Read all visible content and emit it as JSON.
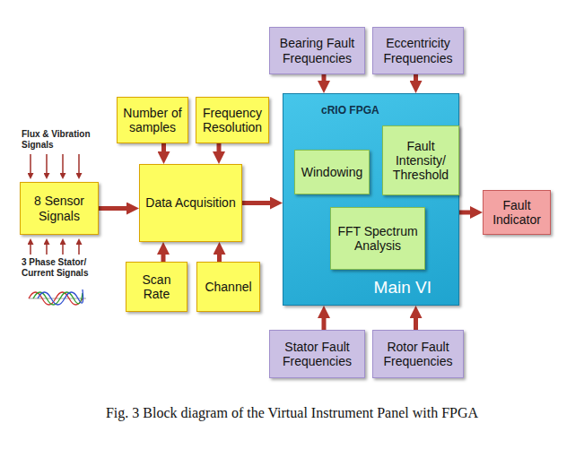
{
  "diagram": {
    "caption": "Fig. 3 Block diagram of the Virtual Instrument Panel with FPGA",
    "nodes": [
      {
        "text": [
          "8 Sensor Signals"
        ]
      },
      {
        "text": [
          "Number of samples"
        ]
      },
      {
        "text": [
          "Frequency Resolution"
        ]
      },
      {
        "text": [
          "Data Acquisition"
        ]
      },
      {
        "text": [
          "Scan Rate"
        ]
      },
      {
        "text": [
          "Channel"
        ]
      },
      {
        "text": [
          "Bearing Fault Frequencies"
        ]
      },
      {
        "text": [
          "Eccentricity Frequencies"
        ]
      },
      {
        "text": [
          "cRIO FPGA",
          "Main VI"
        ]
      },
      {
        "text": [
          "Windowing"
        ],
        "in": 8
      },
      {
        "text": [
          "Fault Intensity/ Threshold"
        ],
        "in": 8
      },
      {
        "text": [
          "FFT Spectrum Analysis"
        ],
        "in": 8
      },
      {
        "text": [
          "Fault Indicator"
        ]
      },
      {
        "text": [
          "Stator Fault Frequencies"
        ]
      },
      {
        "text": [
          "Rotor Fault Frequencies"
        ]
      }
    ],
    "edges": [
      {
        "from": 0,
        "to": 3,
        "arrow": "to"
      },
      {
        "from": 1,
        "to": 3,
        "arrow": "to"
      },
      {
        "from": 2,
        "to": 3,
        "arrow": "to"
      },
      {
        "from": 4,
        "to": 3,
        "arrow": "to"
      },
      {
        "from": 5,
        "to": 3,
        "arrow": "to"
      },
      {
        "from": 6,
        "to": 8,
        "arrow": "to"
      },
      {
        "from": 7,
        "to": 8,
        "arrow": "to"
      },
      {
        "from": 3,
        "to": 8,
        "arrow": "to"
      },
      {
        "from": 13,
        "to": 8,
        "arrow": "to"
      },
      {
        "from": 14,
        "to": 8,
        "arrow": "to"
      },
      {
        "from": 8,
        "to": 12,
        "arrow": "to"
      }
    ],
    "labels": [
      "Flux & Vibration Signals",
      "3 Phase Stator/ Current Signals"
    ]
  }
}
